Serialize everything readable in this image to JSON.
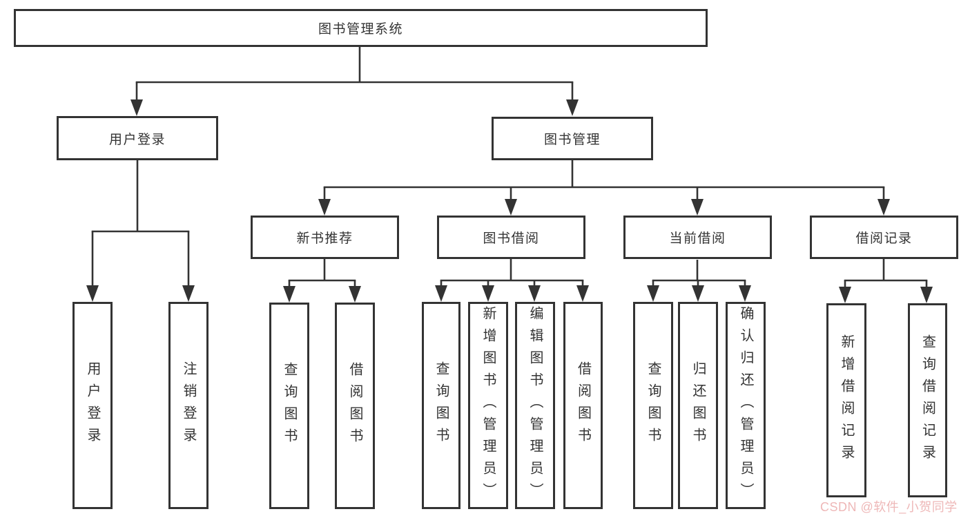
{
  "diagram": {
    "type": "hierarchy-tree",
    "root": {
      "label": "图书管理系统"
    },
    "branches": [
      {
        "label": "用户登录",
        "children": [
          {
            "label": "用户登录"
          },
          {
            "label": "注销登录"
          }
        ]
      },
      {
        "label": "图书管理",
        "children": [
          {
            "label": "新书推荐",
            "children": [
              {
                "label": "查询图书"
              },
              {
                "label": "借阅图书"
              }
            ]
          },
          {
            "label": "图书借阅",
            "children": [
              {
                "label": "查询图书"
              },
              {
                "label": "新增图书（管理员）"
              },
              {
                "label": "编辑图书（管理员）"
              },
              {
                "label": "借阅图书"
              }
            ]
          },
          {
            "label": "当前借阅",
            "children": [
              {
                "label": "查询图书"
              },
              {
                "label": "归还图书"
              },
              {
                "label": "确认归还（管理员）"
              }
            ]
          },
          {
            "label": "借阅记录",
            "children": [
              {
                "label": "新增借阅记录"
              },
              {
                "label": "查询借阅记录"
              }
            ]
          }
        ]
      }
    ]
  },
  "watermark": {
    "text": "CSDN @软件_小贺同学"
  },
  "style": {
    "line_color": "#333333",
    "box_border_color": "#333333",
    "box_fill": "#ffffff",
    "text_color": "#333333",
    "background": "#ffffff",
    "watermark_color": "#edb9b9"
  }
}
